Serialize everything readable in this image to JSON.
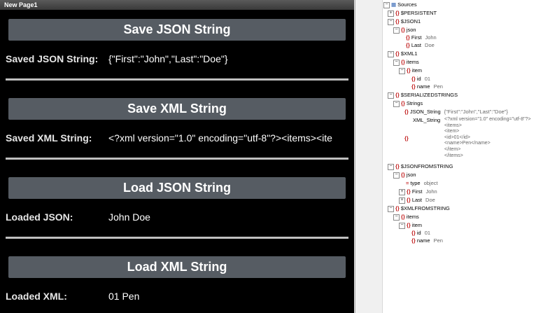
{
  "window": {
    "title": "New Page1"
  },
  "sections": [
    {
      "button": "Save JSON String",
      "label": "Saved JSON String:",
      "value": "{\"First\":\"John\",\"Last\":\"Doe\"}"
    },
    {
      "button": "Save XML String",
      "label": "Saved XML String:",
      "value": "<?xml version=\"1.0\" encoding=\"utf-8\"?><items><ite"
    },
    {
      "button": "Load JSON String",
      "label": "Loaded JSON:",
      "value": "John Doe"
    },
    {
      "button": "Load XML String",
      "label": "Loaded XML:",
      "value": "01 Pen"
    }
  ],
  "tree": {
    "root": "Sources",
    "persistent": "$PERSISTENT",
    "json1": "$JSON1",
    "json": "json",
    "first": "First",
    "first_val": "John",
    "last": "Last",
    "last_val": "Doe",
    "xml1": "$XML1",
    "items": "items",
    "item": "item",
    "id": "id",
    "id_val": "01",
    "name": "name",
    "name_val": "Pen",
    "serialized": "$SERIALIZEDSTRINGS",
    "strings": "Strings",
    "json_string": "JSON_String",
    "json_string_val": "{\"First\":\"John\",\"Last\":\"Doe\"}",
    "xml_string": "XML_String",
    "xml_string_val": "<?xml version=\"1.0\" encoding=\"utf-8\"?>\n<items>\n<item>\n<id>01</id>\n<name>Pen</name>\n</item>\n</items>",
    "jsonfromstring": "$JSONFROMSTRING",
    "type": "type",
    "type_val": "object",
    "xmlfromstring": "$XMLFROMSTRING"
  }
}
